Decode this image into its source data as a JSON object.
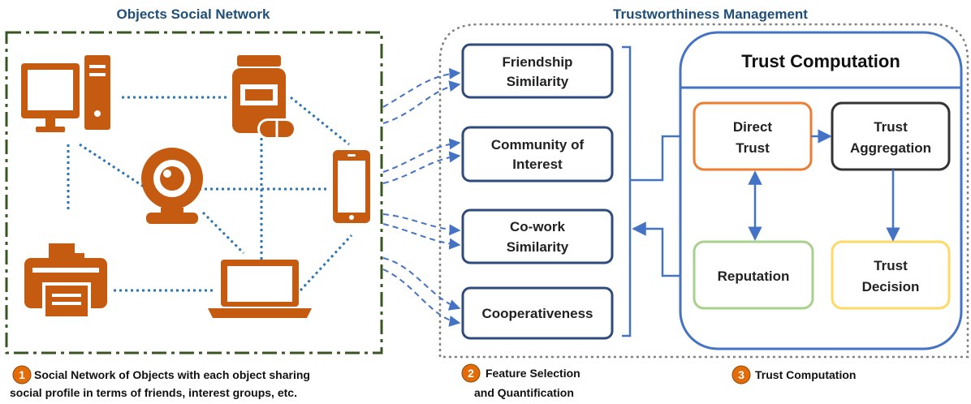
{
  "titles": {
    "left": "Objects Social Network",
    "right": "Trustworthiness Management"
  },
  "features": [
    {
      "line1": "Friendship",
      "line2": "Similarity"
    },
    {
      "line1": "Community of",
      "line2": "Interest"
    },
    {
      "line1": "Co-work",
      "line2": "Similarity"
    },
    {
      "line1": "Cooperativeness",
      "line2": ""
    }
  ],
  "trust_computation": {
    "title": "Trust Computation",
    "direct": {
      "line1": "Direct",
      "line2": "Trust"
    },
    "aggregation": {
      "line1": "Trust",
      "line2": "Aggregation"
    },
    "reputation": {
      "line1": "Reputation",
      "line2": ""
    },
    "decision": {
      "line1": "Trust",
      "line2": "Decision"
    }
  },
  "captions": {
    "c1": {
      "num": "1",
      "line1": "Social Network of Objects with each object sharing",
      "line2": "social profile in terms of friends, interest groups, etc."
    },
    "c2": {
      "num": "2",
      "line1": "Feature Selection",
      "line2": "and Quantification"
    },
    "c3": {
      "num": "3",
      "line1": "Trust Computation",
      "line2": ""
    }
  },
  "icons": [
    "desktop-computer-icon",
    "pill-bottle-icon",
    "webcam-icon",
    "smartphone-icon",
    "printer-icon",
    "laptop-icon"
  ],
  "colors": {
    "device": "#c55a11",
    "title": "#1f4e79",
    "feature_border": "#2f4a7d",
    "arrow": "#4472c4",
    "direct_border": "#ed7d31",
    "aggregation_border": "#333333",
    "reputation_border": "#a9d18e",
    "decision_border": "#ffd966",
    "network_border": "#375623"
  }
}
